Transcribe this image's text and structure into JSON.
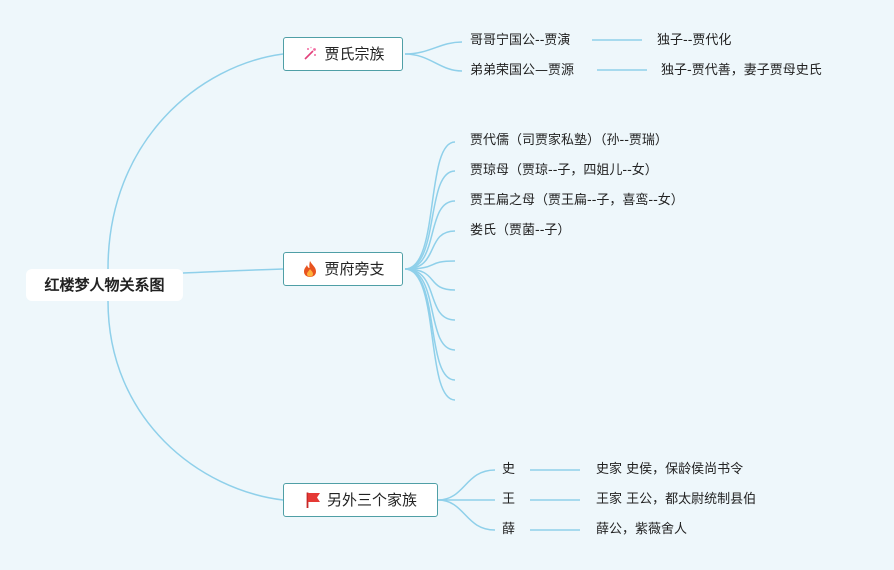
{
  "root": {
    "label": "红楼梦人物关系图"
  },
  "branches": [
    {
      "label": "贾氏宗族",
      "icon": "sparkle-wand-icon",
      "children": [
        {
          "label": "哥哥宁国公--贾演",
          "child": "独子--贾代化"
        },
        {
          "label": "弟弟荣国公—贾源",
          "child": "独子-贾代善，妻子贾母史氏"
        }
      ]
    },
    {
      "label": "贾府旁支",
      "icon": "fire-icon",
      "children": [
        {
          "label": "贾代儒（司贾家私塾）（孙--贾瑞）"
        },
        {
          "label": "贾琼母（贾琼--子，四姐儿--女）"
        },
        {
          "label": "贾王扁之母（贾王扁--子，喜鸾--女）"
        },
        {
          "label": "娄氏（贾菌--子）"
        },
        {
          "label": ""
        },
        {
          "label": ""
        },
        {
          "label": ""
        },
        {
          "label": ""
        },
        {
          "label": ""
        },
        {
          "label": ""
        }
      ]
    },
    {
      "label": "另外三个家族",
      "icon": "red-flag-icon",
      "children": [
        {
          "label": "史",
          "child": "史家 史侯，保龄侯尚书令"
        },
        {
          "label": "王",
          "child": "王家 王公，都太尉统制县伯"
        },
        {
          "label": "薛",
          "child": "薛公，紫薇舍人"
        }
      ]
    }
  ],
  "colors": {
    "line": "#8fd0ea",
    "branch_border": "#4f9fa6",
    "background": "#eef7fb"
  }
}
